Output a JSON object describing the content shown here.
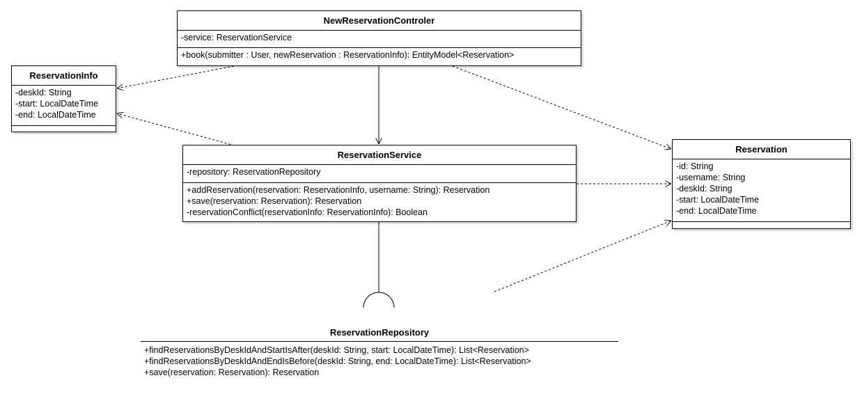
{
  "classes": {
    "controller": {
      "name": "NewReservationControler",
      "attributes": [
        "-service: ReservationService"
      ],
      "operations": [
        "+book(submitter : User, newReservation : ReservationInfo): EntityModel<Reservation>"
      ]
    },
    "reservation_info": {
      "name": "ReservationInfo",
      "attributes": [
        "-deskId: String",
        "-start: LocalDateTime",
        "-end: LocalDateTime"
      ],
      "operations": []
    },
    "service": {
      "name": "ReservationService",
      "attributes": [
        "-repository: ReservationRepository"
      ],
      "operations": [
        "+addReservation(reservation: ReservationInfo, username: String): Reservation",
        "+save(reservation: Reservation): Reservation",
        "-reservationConflict(reservationInfo: ReservationInfo): Boolean"
      ]
    },
    "reservation": {
      "name": "Reservation",
      "attributes": [
        "-id: String",
        "-username: String",
        "-deskId: String",
        "-start: LocalDateTime",
        "-end: LocalDateTime"
      ],
      "operations": []
    }
  },
  "repository": {
    "name": "ReservationRepository",
    "operations": [
      "+findReservationsByDeskIdAndStartIsAfter(deskId: String, start: LocalDateTime): List<Reservation>",
      "+findReservationsByDeskIdAndEndIsBefore(deskId: String, end: LocalDateTime): List<Reservation>",
      "+save(reservation: Reservation): Reservation"
    ]
  },
  "colors": {
    "line": "#000000",
    "background": "#ffffff"
  }
}
